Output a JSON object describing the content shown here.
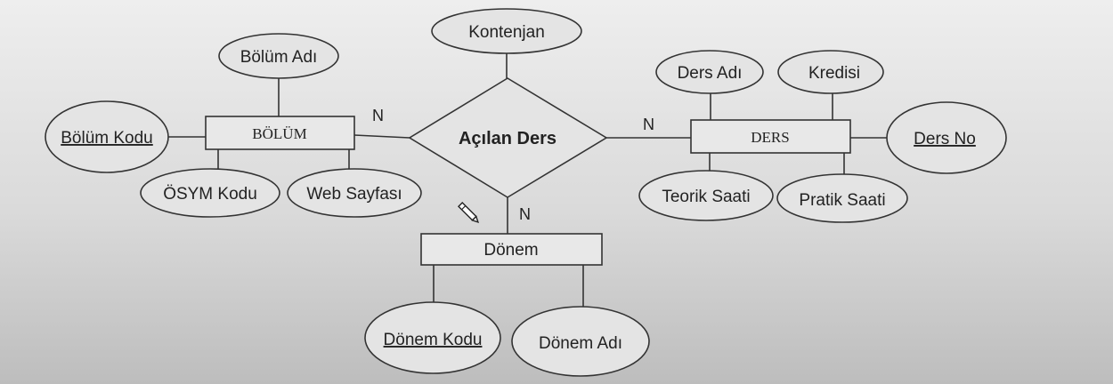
{
  "diagram": {
    "relationship": "Açılan Ders",
    "relationship_attrs": {
      "kontenjan": "Kontenjan"
    },
    "bolum": {
      "name": "BÖLÜM",
      "attrs": {
        "bolum_adi": "Bölüm Adı",
        "bolum_kodu": "Bölüm Kodu",
        "osym_kodu": "ÖSYM Kodu",
        "web_sayfasi": "Web Sayfası"
      }
    },
    "ders": {
      "name": "DERS",
      "attrs": {
        "ders_adi": "Ders Adı",
        "kredisi": "Kredisi",
        "ders_no": "Ders No",
        "teorik_saati": "Teorik Saati",
        "pratik_saati": "Pratik Saati"
      }
    },
    "donem": {
      "name": "Dönem",
      "attrs": {
        "donem_kodu": "Dönem Kodu",
        "donem_adi": "Dönem Adı"
      }
    },
    "cardinalities": {
      "bolum": "N",
      "ders": "N",
      "donem": "N"
    },
    "tool_icon": "pencil-icon"
  }
}
